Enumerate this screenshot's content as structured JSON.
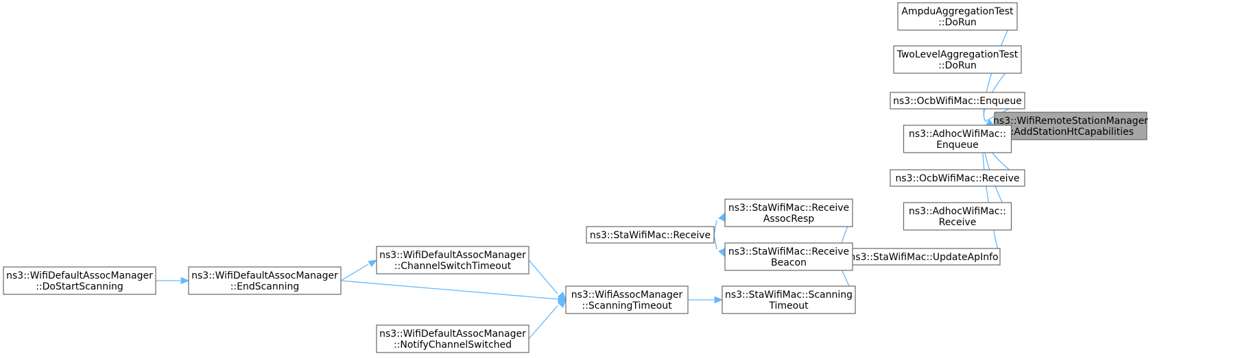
{
  "colors": {
    "edge": "#63b8ff",
    "root_fill": "#a6a6a6",
    "node_fill": "#ffffff",
    "node_border": "#666666"
  },
  "nodes": [
    {
      "id": "root",
      "lines": [
        "ns3::WifiRemoteStationManager",
        "::AddStationHtCapabilities"
      ],
      "root": true
    },
    {
      "id": "ampdu",
      "lines": [
        "AmpduAggregationTest",
        "::DoRun"
      ]
    },
    {
      "id": "twolevel",
      "lines": [
        "TwoLevelAggregationTest",
        "::DoRun"
      ]
    },
    {
      "id": "ocb_enq",
      "lines": [
        "ns3::OcbWifiMac::Enqueue"
      ]
    },
    {
      "id": "adhoc_enq",
      "lines": [
        "ns3::AdhocWifiMac::",
        "Enqueue"
      ]
    },
    {
      "id": "ocb_recv",
      "lines": [
        "ns3::OcbWifiMac::Receive"
      ]
    },
    {
      "id": "adhoc_recv",
      "lines": [
        "ns3::AdhocWifiMac::",
        "Receive"
      ]
    },
    {
      "id": "update_ap",
      "lines": [
        "ns3::StaWifiMac::UpdateApInfo"
      ]
    },
    {
      "id": "recv_assoc",
      "lines": [
        "ns3::StaWifiMac::Receive",
        "AssocResp"
      ]
    },
    {
      "id": "recv_beacon",
      "lines": [
        "ns3::StaWifiMac::Receive",
        "Beacon"
      ]
    },
    {
      "id": "scan_timeout",
      "lines": [
        "ns3::StaWifiMac::Scanning",
        "Timeout"
      ]
    },
    {
      "id": "sta_recv",
      "lines": [
        "ns3::StaWifiMac::Receive"
      ]
    },
    {
      "id": "assoc_scan",
      "lines": [
        "ns3::WifiAssocManager",
        "::ScanningTimeout"
      ]
    },
    {
      "id": "chan_switch_to",
      "lines": [
        "ns3::WifiDefaultAssocManager",
        "::ChannelSwitchTimeout"
      ]
    },
    {
      "id": "end_scan",
      "lines": [
        "ns3::WifiDefaultAssocManager",
        "::EndScanning"
      ]
    },
    {
      "id": "notify_chan",
      "lines": [
        "ns3::WifiDefaultAssocManager",
        "::NotifyChannelSwitched"
      ]
    },
    {
      "id": "start_scan",
      "lines": [
        "ns3::WifiDefaultAssocManager",
        "::DoStartScanning"
      ]
    }
  ],
  "edges": [
    {
      "from": "ampdu",
      "to": "root"
    },
    {
      "from": "twolevel",
      "to": "root"
    },
    {
      "from": "ocb_enq",
      "to": "root"
    },
    {
      "from": "adhoc_enq",
      "to": "root"
    },
    {
      "from": "ocb_recv",
      "to": "root"
    },
    {
      "from": "adhoc_recv",
      "to": "root"
    },
    {
      "from": "update_ap",
      "to": "root"
    },
    {
      "from": "recv_assoc",
      "to": "update_ap"
    },
    {
      "from": "recv_beacon",
      "to": "update_ap"
    },
    {
      "from": "scan_timeout",
      "to": "update_ap"
    },
    {
      "from": "sta_recv",
      "to": "recv_assoc"
    },
    {
      "from": "sta_recv",
      "to": "recv_beacon"
    },
    {
      "from": "assoc_scan",
      "to": "scan_timeout"
    },
    {
      "from": "chan_switch_to",
      "to": "assoc_scan"
    },
    {
      "from": "end_scan",
      "to": "assoc_scan"
    },
    {
      "from": "notify_chan",
      "to": "assoc_scan"
    },
    {
      "from": "end_scan",
      "to": "chan_switch_to"
    },
    {
      "from": "start_scan",
      "to": "end_scan"
    }
  ]
}
